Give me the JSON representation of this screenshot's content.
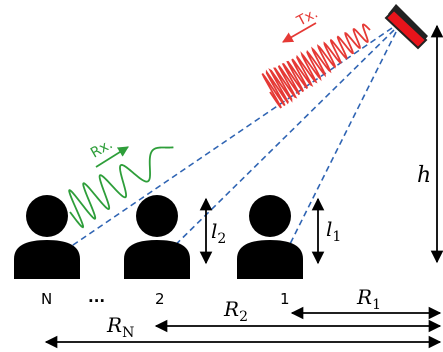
{
  "labels": {
    "tx": "Tx.",
    "rx": "Rx.",
    "height": "h",
    "user_n": "N",
    "ellipsis": "...",
    "user_2": "2",
    "user_1": "1",
    "l2_main": "l",
    "l2_sub": "2",
    "l1_main": "l",
    "l1_sub": "1",
    "r1_main": "R",
    "r1_sub": "1",
    "r2_main": "R",
    "r2_sub": "2",
    "rn_main": "R",
    "rn_sub": "N"
  },
  "colors": {
    "tx_wave": "#e53935",
    "rx_wave": "#2e9e3a",
    "beam": "#2f64b3",
    "transmitter": "#e8141b",
    "person": "#000000",
    "arrow": "#000000"
  }
}
